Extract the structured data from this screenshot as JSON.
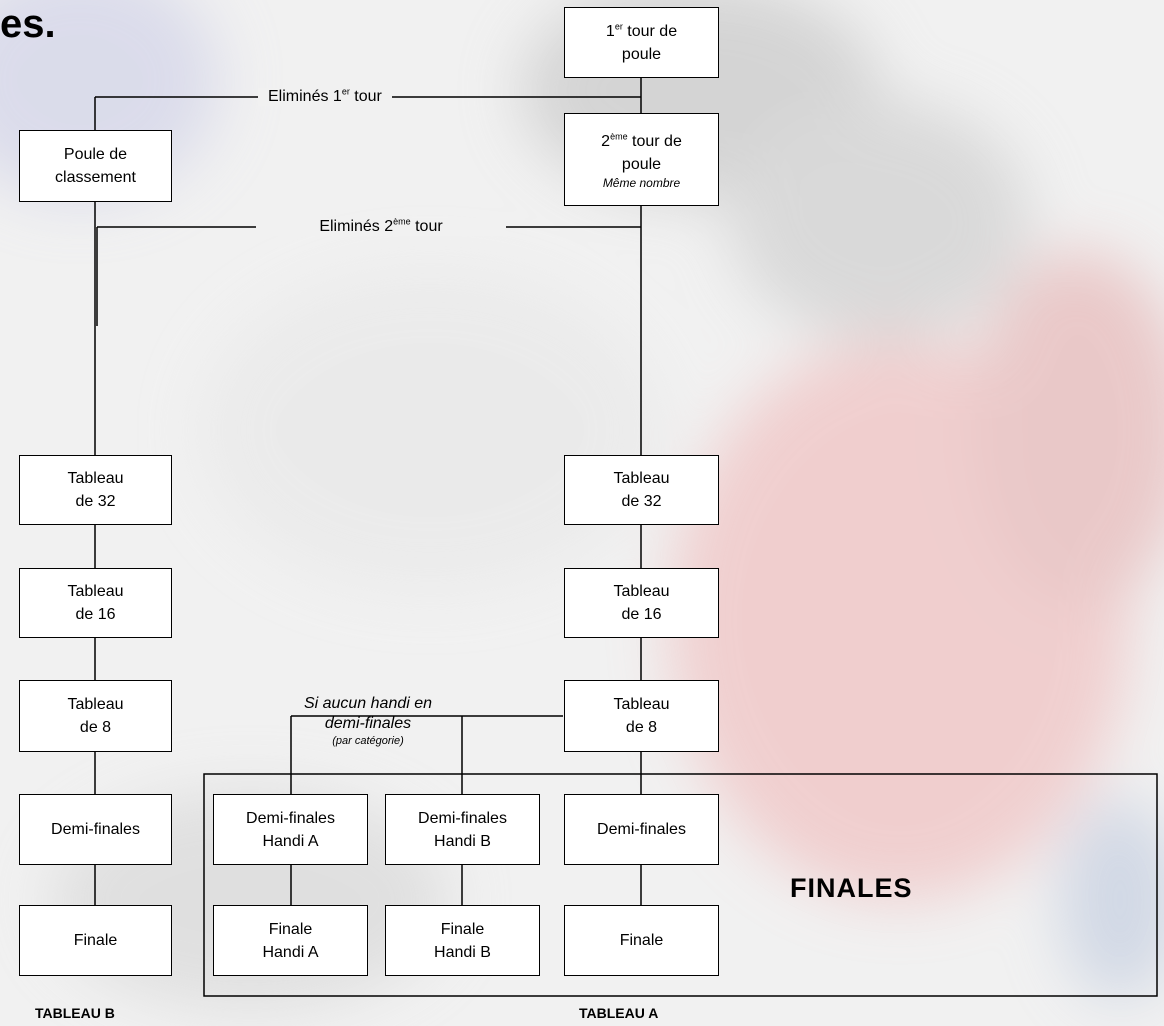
{
  "heading": "es.",
  "nodes": {
    "tour1": {
      "line1_main": "1",
      "line1_sup": "er",
      "line1_rest": " tour de",
      "line2": "poule"
    },
    "tour2": {
      "line1_main": "2",
      "line1_sup": "ème",
      "line1_rest": " tour de",
      "line2": "poule",
      "note": "Même nombre"
    },
    "poule_classement": {
      "line1": "Poule de",
      "line2": "classement"
    },
    "b_t32": {
      "line1": "Tableau",
      "line2": "de 32"
    },
    "b_t16": {
      "line1": "Tableau",
      "line2": "de 16"
    },
    "b_t8": {
      "line1": "Tableau",
      "line2": "de 8"
    },
    "b_demi": {
      "line1": "Demi-finales"
    },
    "b_finale": {
      "line1": "Finale"
    },
    "a_t32": {
      "line1": "Tableau",
      "line2": "de 32"
    },
    "a_t16": {
      "line1": "Tableau",
      "line2": "de 16"
    },
    "a_t8": {
      "line1": "Tableau",
      "line2": "de 8"
    },
    "a_demi": {
      "line1": "Demi-finales"
    },
    "a_finale": {
      "line1": "Finale"
    },
    "demi_handi_a": {
      "line1": "Demi-finales",
      "line2": "Handi A"
    },
    "demi_handi_b": {
      "line1": "Demi-finales",
      "line2": "Handi B"
    },
    "finale_handi_a": {
      "line1": "Finale",
      "line2": "Handi A"
    },
    "finale_handi_b": {
      "line1": "Finale",
      "line2": "Handi B"
    }
  },
  "labels": {
    "elim1": {
      "main": "Eliminés 1",
      "sup": "er",
      "rest": " tour"
    },
    "elim2": {
      "main": "Eliminés 2",
      "sup": "ème",
      "rest": " tour"
    },
    "handi_note": {
      "line1": "Si aucun handi en",
      "line2": "demi-finales",
      "line3": "(par catégorie)"
    }
  },
  "finales_label": "FINALES",
  "tableau_b_label": "TABLEAU B",
  "tableau_a_label": "TABLEAU A"
}
